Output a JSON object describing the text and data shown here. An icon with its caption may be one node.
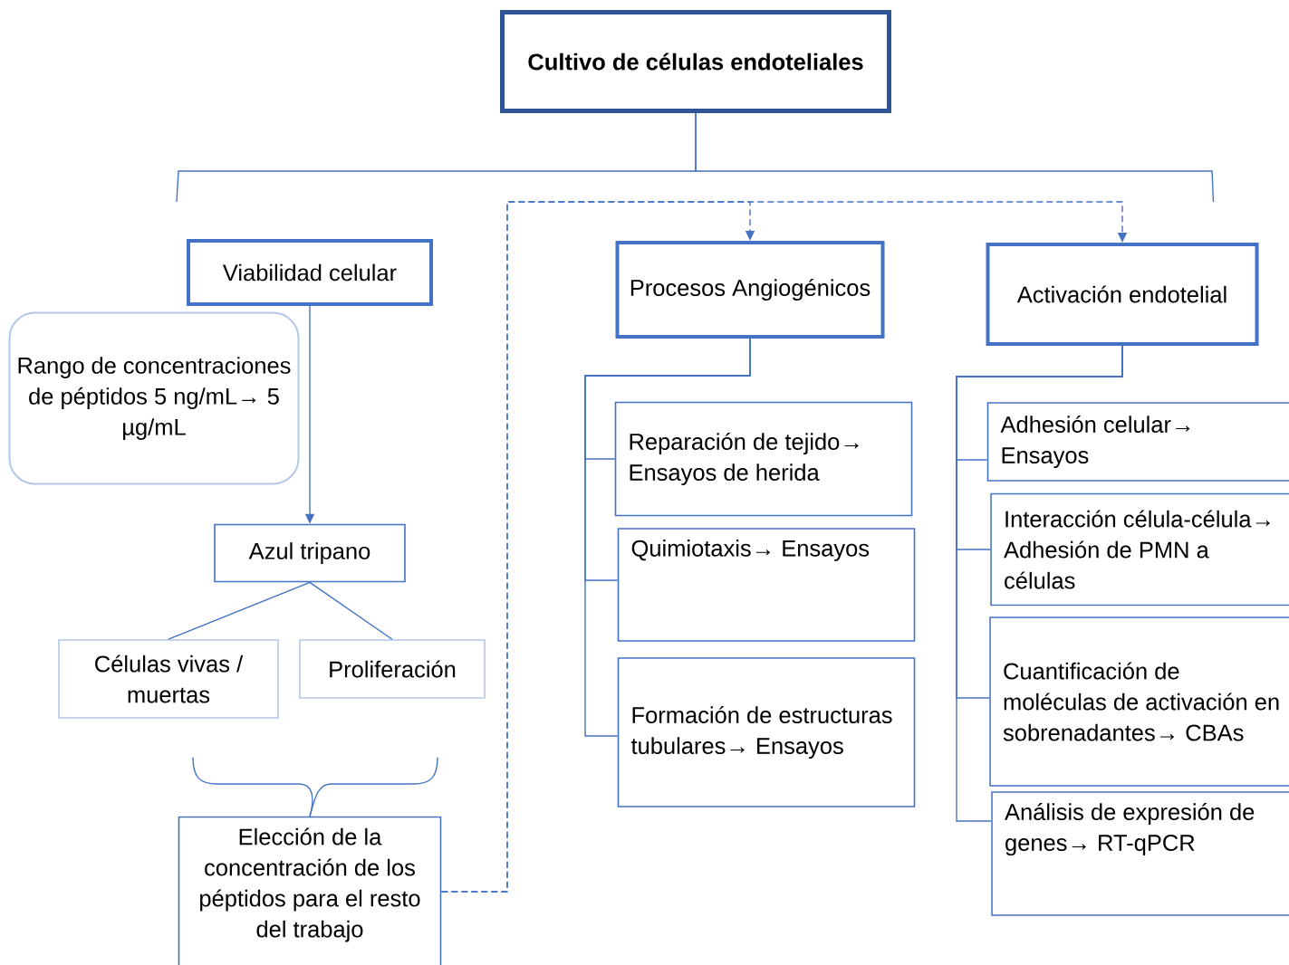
{
  "diagram": {
    "nodes": [
      {
        "text": [
          "Cultivo de células endoteliales"
        ]
      },
      {
        "text": [
          "Viabilidad celular"
        ]
      },
      {
        "text": [
          "Rango de concentraciones de péptidos 5 ng/mL→ 5 µg/mL"
        ]
      },
      {
        "text": [
          "Azul tripano"
        ]
      },
      {
        "text": [
          "Células vivas / muertas"
        ]
      },
      {
        "text": [
          "Proliferación"
        ]
      },
      {
        "text": [
          "Elección de la concentración de los péptidos para el resto del trabajo"
        ]
      },
      {
        "text": [
          "Procesos Angiogénicos"
        ]
      },
      {
        "text": [
          "Reparación de tejido→ Ensayos de herida"
        ]
      },
      {
        "text": [
          "Quimiotaxis→ Ensayos"
        ]
      },
      {
        "text": [
          "Formación de estructuras tubulares→ Ensayos"
        ]
      },
      {
        "text": [
          "Activación endotelial"
        ]
      },
      {
        "text": [
          "Adhesión celular→ Ensayos"
        ]
      },
      {
        "text": [
          "Interacción célula-célula→ Adhesión de PMN a células"
        ]
      },
      {
        "text": [
          "Cuantificación de moléculas de activación en sobrenadantes→ CBAs"
        ]
      },
      {
        "text": [
          "Análisis de expresión de genes→ RT-qPCR"
        ]
      }
    ],
    "edges": [
      {
        "from": 0,
        "to": 1,
        "arrow": "none"
      },
      {
        "from": 0,
        "to": 11,
        "arrow": "none"
      },
      {
        "from": 1,
        "to": 3,
        "arrow": "to"
      },
      {
        "from": 3,
        "to": 4,
        "arrow": "none"
      },
      {
        "from": 3,
        "to": 5,
        "arrow": "none"
      },
      {
        "from": 4,
        "to": 6,
        "arrow": "none"
      },
      {
        "from": 5,
        "to": 6,
        "arrow": "none"
      },
      {
        "from": 6,
        "to": 7,
        "arrow": "to",
        "style": "dashed"
      },
      {
        "from": 6,
        "to": 11,
        "arrow": "to",
        "style": "dashed"
      },
      {
        "from": 7,
        "to": 8,
        "arrow": "none"
      },
      {
        "from": 7,
        "to": 9,
        "arrow": "none"
      },
      {
        "from": 7,
        "to": 10,
        "arrow": "none"
      },
      {
        "from": 11,
        "to": 12,
        "arrow": "none"
      },
      {
        "from": 11,
        "to": 13,
        "arrow": "none"
      },
      {
        "from": 11,
        "to": 14,
        "arrow": "none"
      },
      {
        "from": 11,
        "to": 15,
        "arrow": "none"
      }
    ]
  }
}
